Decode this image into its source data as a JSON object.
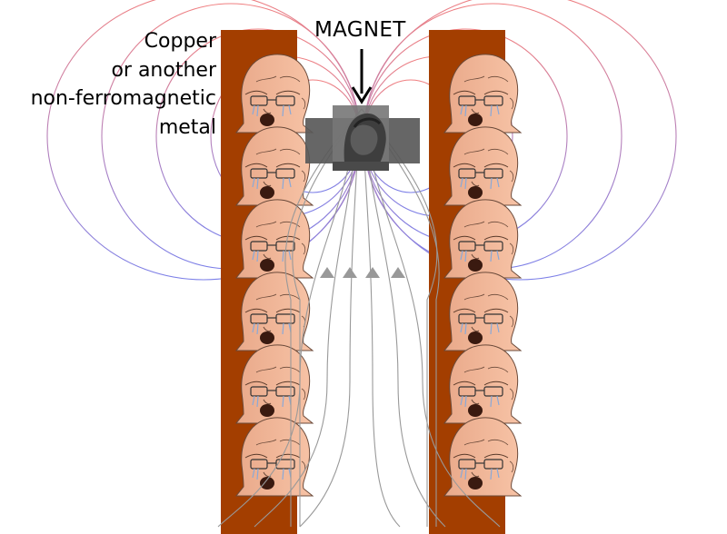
{
  "labels": {
    "metal_line1": "Copper",
    "metal_line2": "or another",
    "metal_line3": "non-ferromagnetic",
    "metal_line4": "metal",
    "magnet": "MAGNET"
  },
  "colors": {
    "copper": "#a33e00",
    "magnet_block": "#595959",
    "field_line": "#999999",
    "loop_top": "#f08080",
    "loop_bottom": "#7f7fe6",
    "face_skin": "#f0b090"
  },
  "icons": {
    "face": "crying-wojak-face",
    "magnet": "chad-face-magnet",
    "arrow": "down-arrow",
    "field_direction": "up-triangle-marker"
  }
}
